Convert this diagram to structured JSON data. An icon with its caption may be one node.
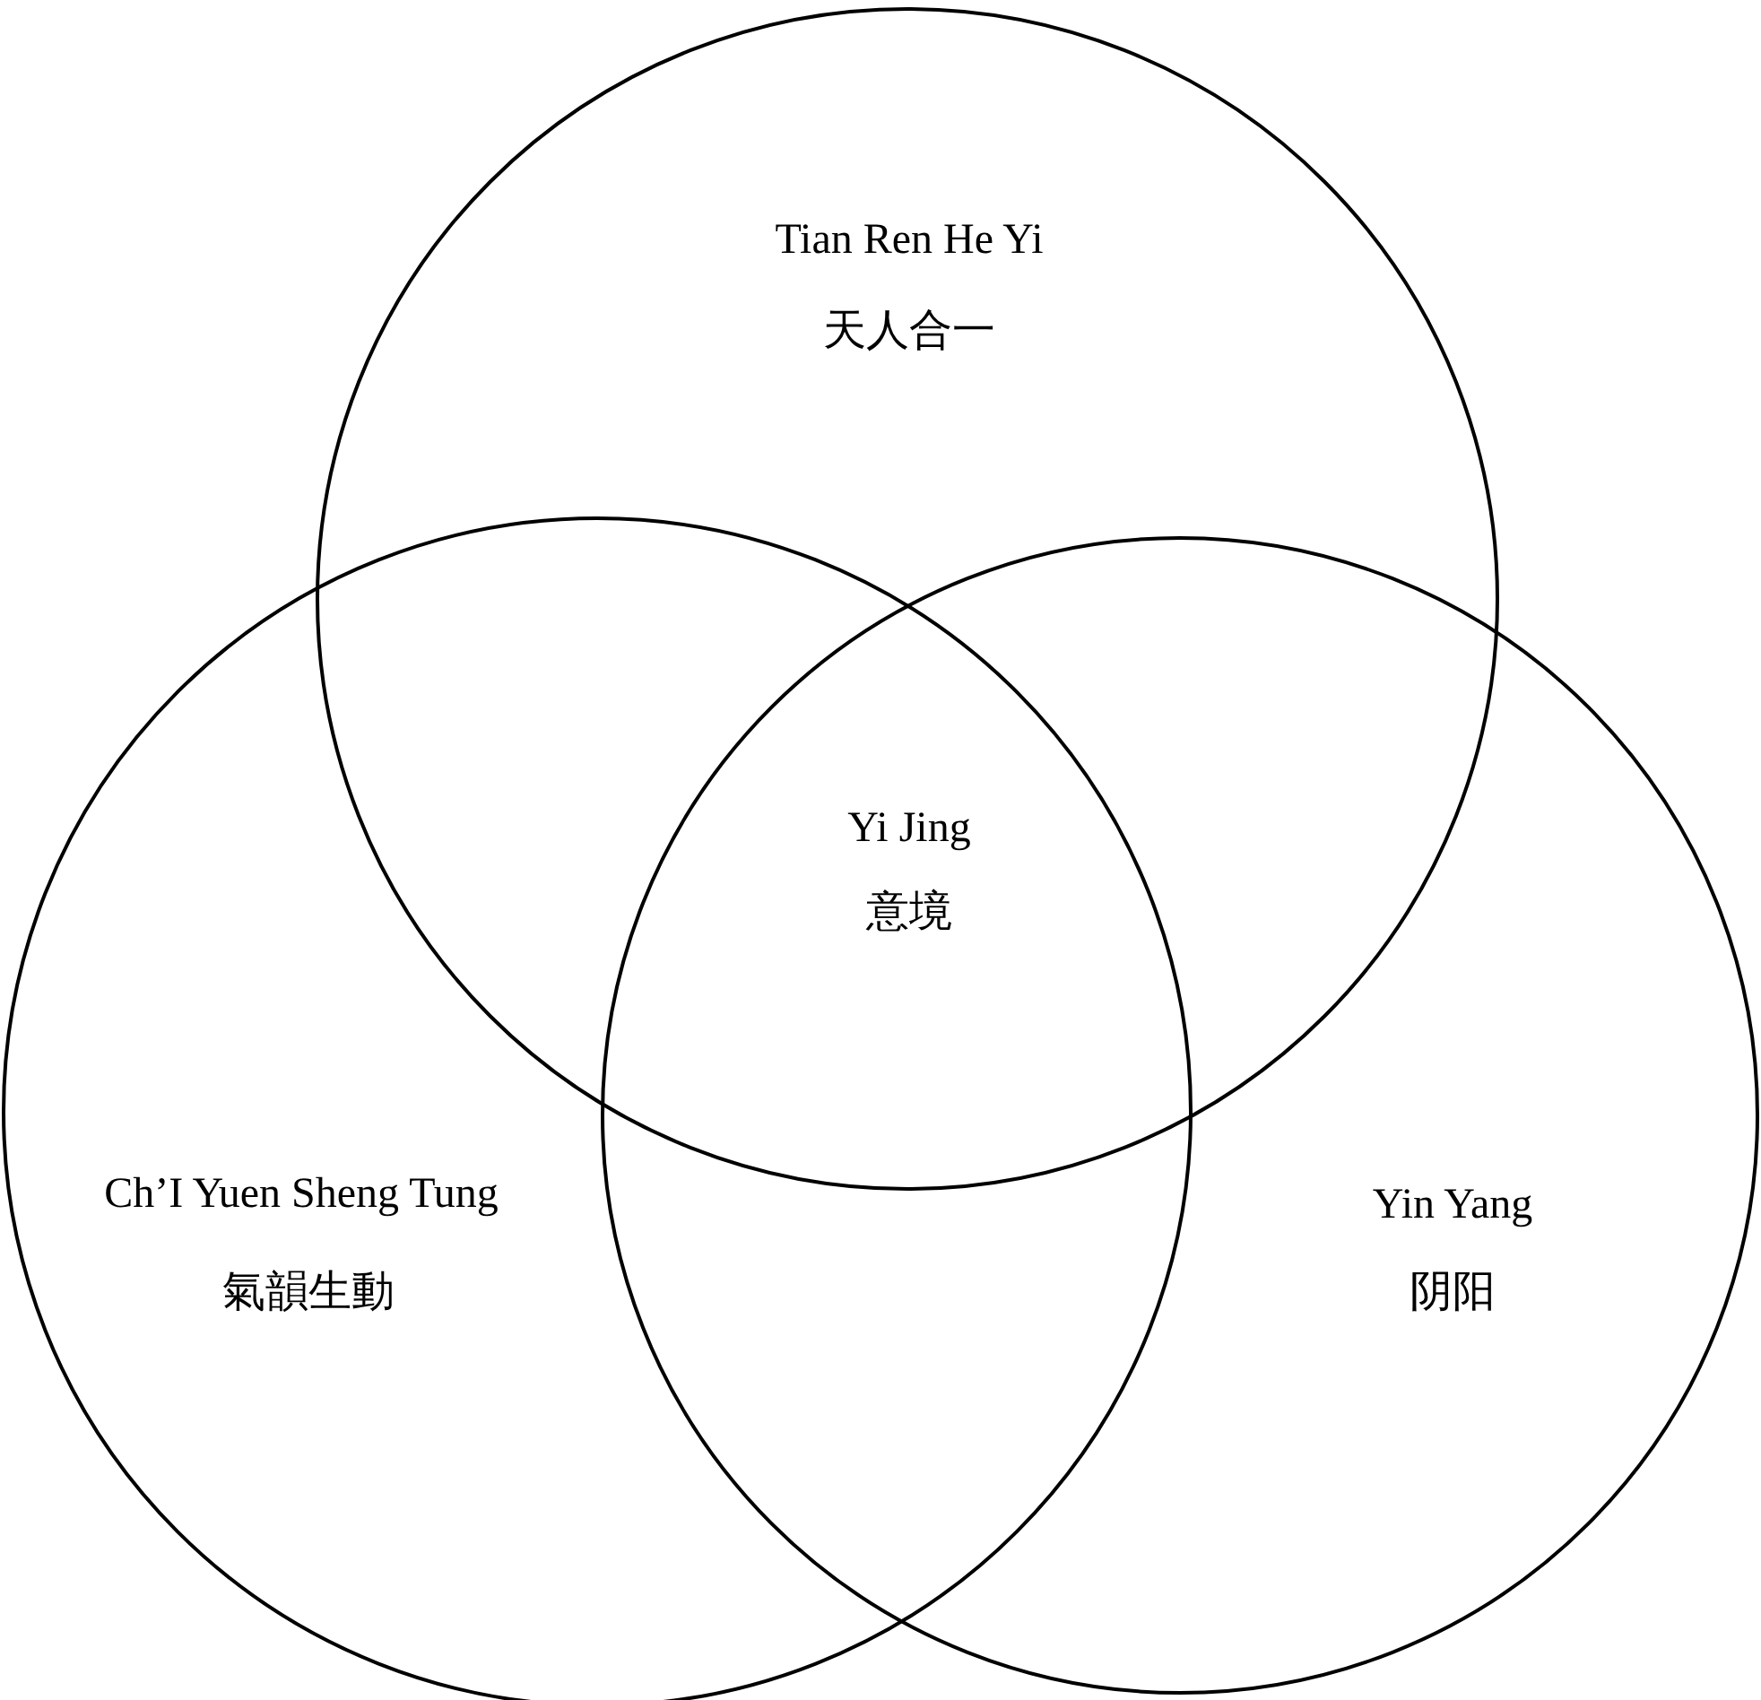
{
  "diagram": {
    "nodes": [
      {
        "text": [
          "Tian Ren He Yi",
          "天人合一"
        ]
      },
      {
        "text": [
          "Ch’I Yuen Sheng Tung",
          "氣韻生動"
        ]
      },
      {
        "text": [
          "Yin Yang",
          "阴阳"
        ]
      }
    ],
    "labels": [
      "Yi Jing",
      "意境"
    ]
  }
}
